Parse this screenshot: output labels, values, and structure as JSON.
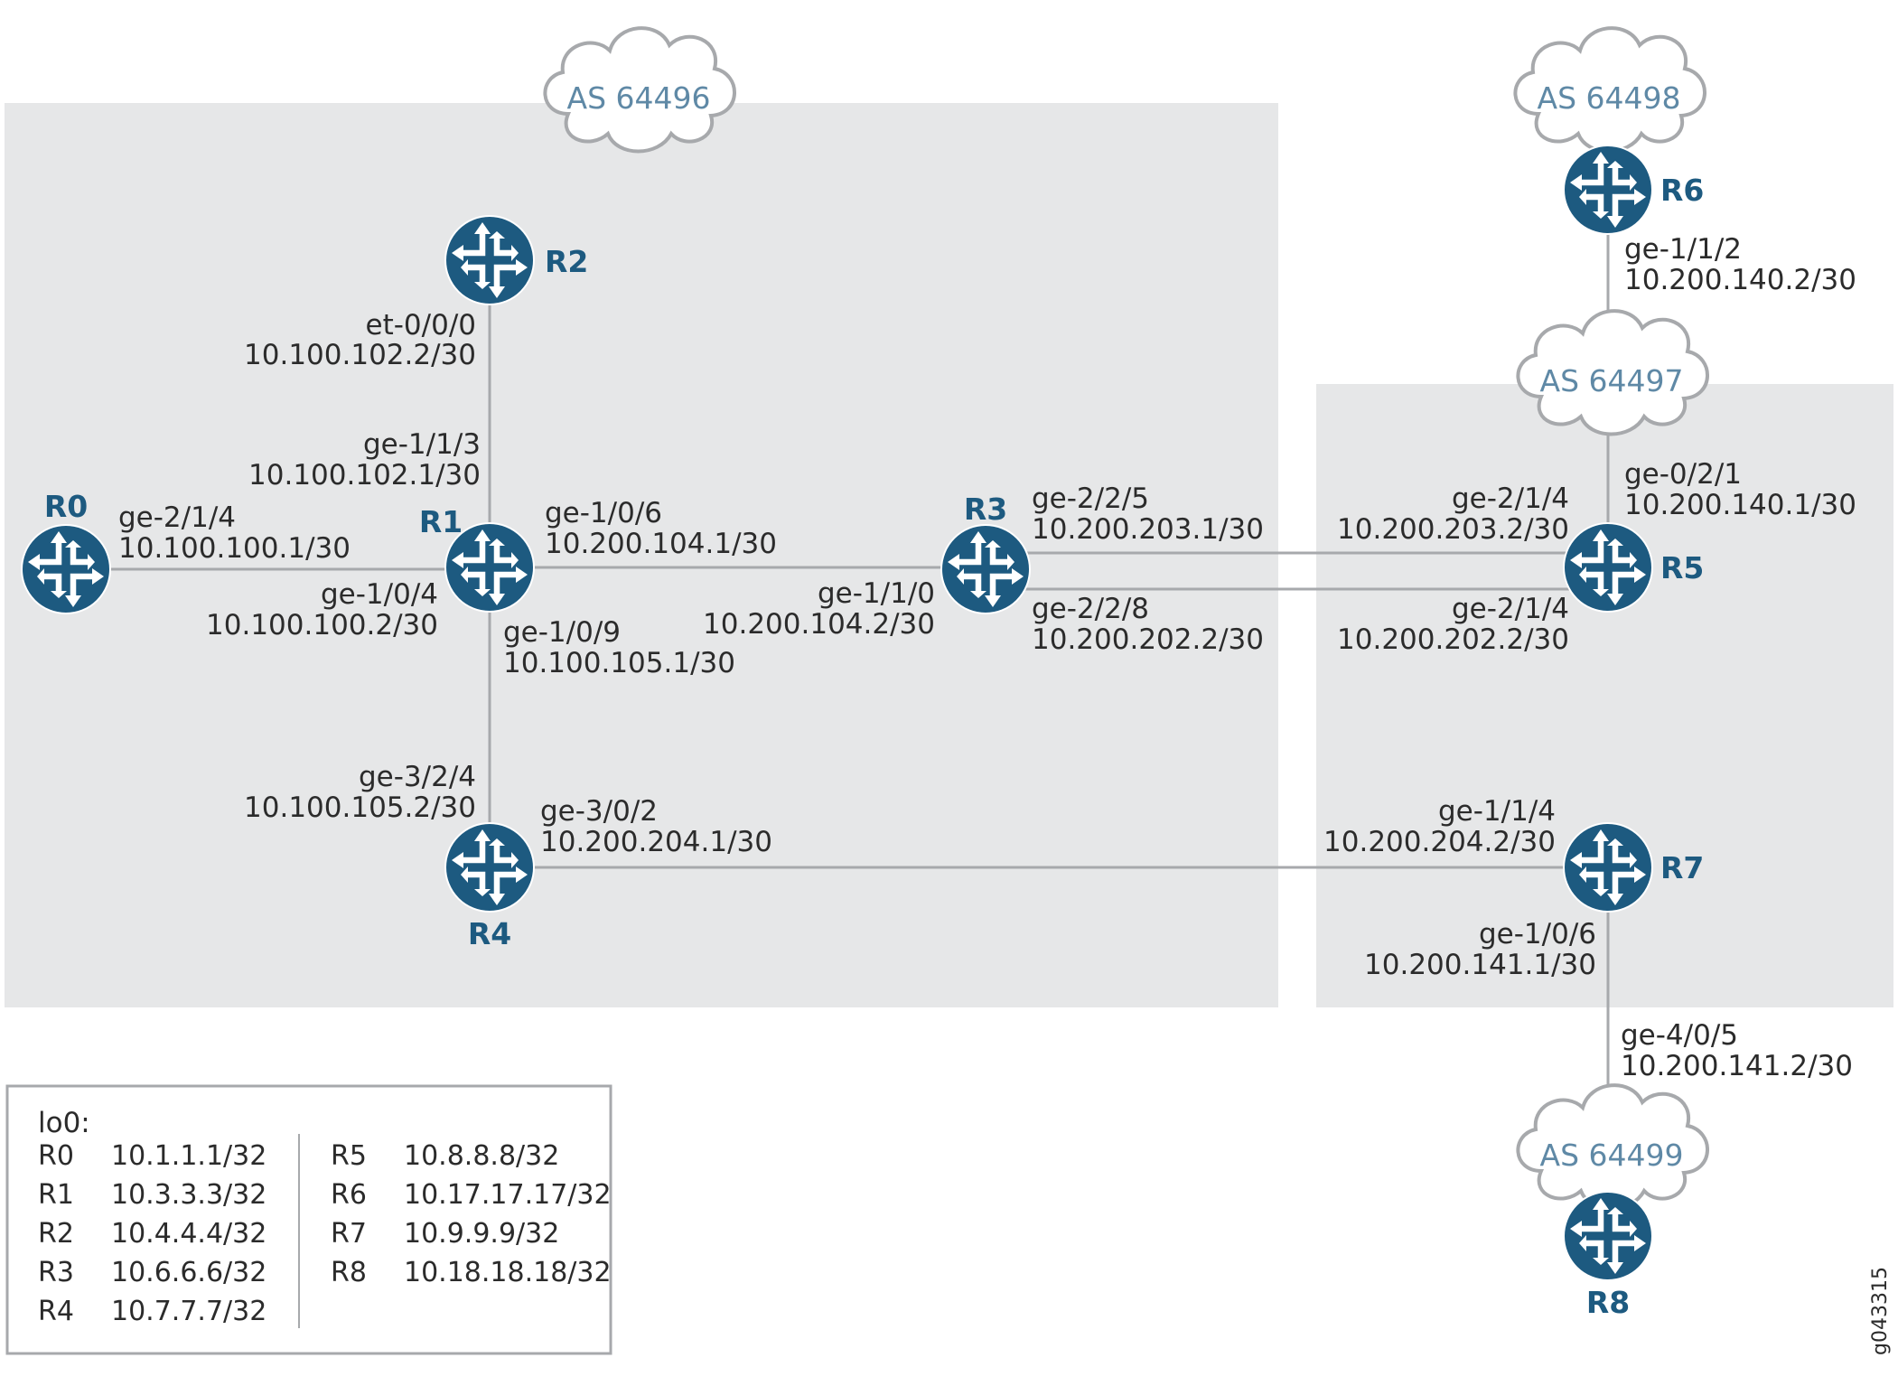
{
  "colors": {
    "router_fill": "#1d5a80",
    "router_name": "#1d5a80",
    "as_text": "#5f89a6",
    "link": "#a7a9ac",
    "as_region": "#e6e7e8",
    "cloud_stroke": "#a7a9ac"
  },
  "icons": {
    "router": "router-icon",
    "cloud": "cloud-icon"
  },
  "as_clouds": {
    "as64496": "AS 64496",
    "as64497": "AS 64497",
    "as64498": "AS 64498",
    "as64499": "AS 64499"
  },
  "routers": {
    "r0": "R0",
    "r1": "R1",
    "r2": "R2",
    "r3": "R3",
    "r4": "R4",
    "r5": "R5",
    "r6": "R6",
    "r7": "R7",
    "r8": "R8"
  },
  "interfaces": {
    "r2_if": "et-0/0/0",
    "r2_ip": "10.100.102.2/30",
    "r1_r2_if": "ge-1/1/3",
    "r1_r2_ip": "10.100.102.1/30",
    "r0_if": "ge-2/1/4",
    "r0_ip": "10.100.100.1/30",
    "r1_r0_if": "ge-1/0/4",
    "r1_r0_ip": "10.100.100.2/30",
    "r1_r3_if": "ge-1/0/6",
    "r1_r3_ip": "10.200.104.1/30",
    "r1_r4_if": "ge-1/0/9",
    "r1_r4_ip": "10.100.105.1/30",
    "r3_r1_if": "ge-1/1/0",
    "r3_r1_ip": "10.200.104.2/30",
    "r3_r5a_if": "ge-2/2/5",
    "r3_r5a_ip": "10.200.203.1/30",
    "r3_r5b_if": "ge-2/2/8",
    "r3_r5b_ip": "10.200.202.2/30",
    "r5_r3a_if": "ge-2/1/4",
    "r5_r3a_ip": "10.200.203.2/30",
    "r5_r3b_if": "ge-2/1/4",
    "r5_r3b_ip": "10.200.202.2/30",
    "r5_r6_if": "ge-0/2/1",
    "r5_r6_ip": "10.200.140.1/30",
    "r6_if": "ge-1/1/2",
    "r6_ip": "10.200.140.2/30",
    "r4_r1_if": "ge-3/2/4",
    "r4_r1_ip": "10.100.105.2/30",
    "r4_r7_if": "ge-3/0/2",
    "r4_r7_ip": "10.200.204.1/30",
    "r7_r4_if": "ge-1/1/4",
    "r7_r4_ip": "10.200.204.2/30",
    "r7_r8_if": "ge-1/0/6",
    "r7_r8_ip": "10.200.141.1/30",
    "r8_if": "ge-4/0/5",
    "r8_ip": "10.200.141.2/30"
  },
  "loopbacks": {
    "header": "lo0:",
    "rows": [
      {
        "router": "R0",
        "addr": "10.1.1.1/32"
      },
      {
        "router": "R1",
        "addr": "10.3.3.3/32"
      },
      {
        "router": "R2",
        "addr": "10.4.4.4/32"
      },
      {
        "router": "R3",
        "addr": "10.6.6.6/32"
      },
      {
        "router": "R4",
        "addr": "10.7.7.7/32"
      },
      {
        "router": "R5",
        "addr": "10.8.8.8/32"
      },
      {
        "router": "R6",
        "addr": "10.17.17.17/32"
      },
      {
        "router": "R7",
        "addr": "10.9.9.9/32"
      },
      {
        "router": "R8",
        "addr": "10.18.18.18/32"
      }
    ]
  },
  "figure_id": "g043315"
}
